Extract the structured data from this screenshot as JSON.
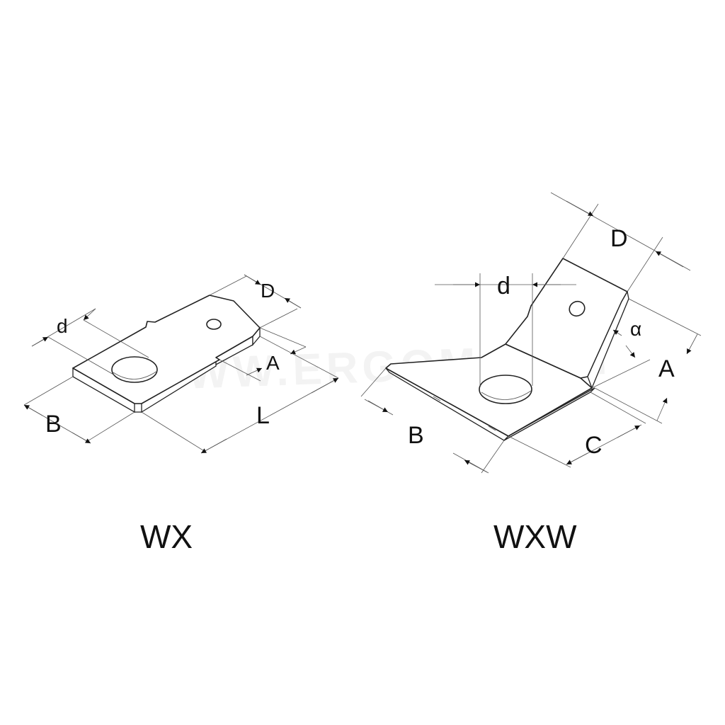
{
  "watermark": "WWW.ERGOM.COM",
  "colors": {
    "line": "#222222",
    "dim": "#555555",
    "background": "#ffffff"
  },
  "wx": {
    "title": "WX",
    "labels": {
      "d": "d",
      "D": "D",
      "A": "A",
      "B": "B",
      "L": "L"
    }
  },
  "wxw": {
    "title": "WXW",
    "labels": {
      "d": "d",
      "D": "D",
      "alpha": "α",
      "A": "A",
      "B": "B",
      "C": "C"
    }
  }
}
